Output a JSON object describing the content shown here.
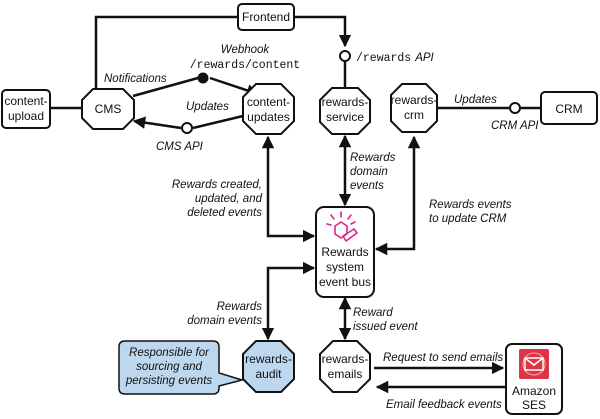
{
  "nodes": {
    "frontend": [
      "Frontend"
    ],
    "content_upload": [
      "content-",
      "upload"
    ],
    "cms": [
      "CMS"
    ],
    "content_updates": [
      "content-",
      "updates"
    ],
    "rewards_service": [
      "rewards-",
      "service"
    ],
    "rewards_crm": [
      "rewards-",
      "crm"
    ],
    "crm": [
      "CRM"
    ],
    "event_bus": [
      "Rewards",
      "system",
      "event bus"
    ],
    "rewards_audit": [
      "rewards-",
      "audit"
    ],
    "rewards_emails": [
      "rewards-",
      "emails"
    ],
    "amazon_ses": [
      "Amazon",
      "SES"
    ]
  },
  "labels": {
    "webhook": "Webhook",
    "webhook_path": "/rewards/content",
    "notifications": "Notifications",
    "updates_cms": "Updates",
    "cms_api": "CMS API",
    "rewards_api_path": "/rewards",
    "rewards_api_suffix": "API",
    "updates_crm": "Updates",
    "crm_api": "CRM API",
    "rewards_domain_events_top": [
      "Rewards",
      "domain",
      "events"
    ],
    "rewards_created": [
      "Rewards created,",
      "updated, and",
      "deleted events"
    ],
    "rewards_events_crm": [
      "Rewards events",
      "to update CRM"
    ],
    "rewards_domain_events_left": [
      "Rewards",
      "domain events"
    ],
    "reward_issued": [
      "Reward",
      "issued event"
    ],
    "request_emails": "Request to send emails",
    "email_feedback": "Email feedback events"
  },
  "callout": [
    "Responsible for",
    "sourcing and",
    "persisting events"
  ],
  "colors": {
    "stroke": "#111111",
    "audit_fill": "#bcd7ee",
    "bus_icon": "#e0238a",
    "ses_fill": "#dd3545"
  },
  "icons": {
    "bus": "eventbridge-icon",
    "ses": "ses-envelope-icon"
  }
}
